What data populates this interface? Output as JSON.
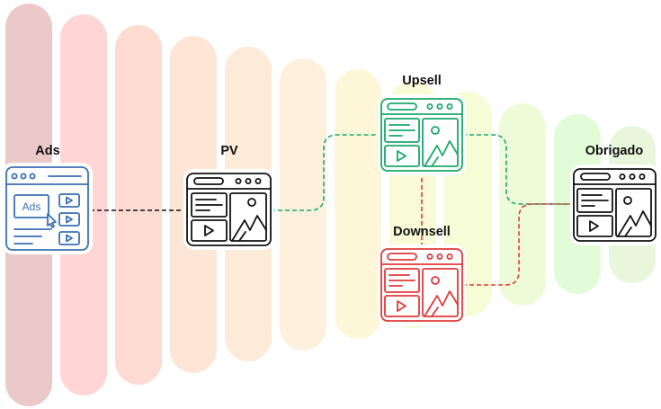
{
  "nodes": {
    "ads": {
      "label": "Ads",
      "inner_text": "Ads",
      "color": "#3a6fb5"
    },
    "pv": {
      "label": "PV",
      "color": "#111111"
    },
    "upsell": {
      "label": "Upsell",
      "color": "#1aa86b"
    },
    "downsell": {
      "label": "Downsell",
      "color": "#e03a3a"
    },
    "obrigado": {
      "label": "Obrigado",
      "color": "#111111"
    }
  },
  "connectors": [
    {
      "from": "ads",
      "to": "pv",
      "style": "dashed",
      "color": "#111111"
    },
    {
      "from": "pv",
      "to": "upsell",
      "style": "dashed",
      "color": "#1aa86b"
    },
    {
      "from": "upsell",
      "to": "obrigado",
      "style": "dashed",
      "color": "#1aa86b"
    },
    {
      "from": "upsell",
      "to": "downsell",
      "style": "dashed",
      "color": "#e03a3a"
    },
    {
      "from": "downsell",
      "to": "obrigado",
      "style": "dashed",
      "color": "#e03a3a"
    }
  ],
  "background_gradient_colors": [
    "#ecc9c9",
    "#ffd5d5",
    "#fddbd0",
    "#fde6d6",
    "#fdebd9",
    "#fdf0dc",
    "#fdf7d8",
    "#f8fbd6",
    "#eefbd8",
    "#e2fcd8",
    "#e8f7dc"
  ]
}
